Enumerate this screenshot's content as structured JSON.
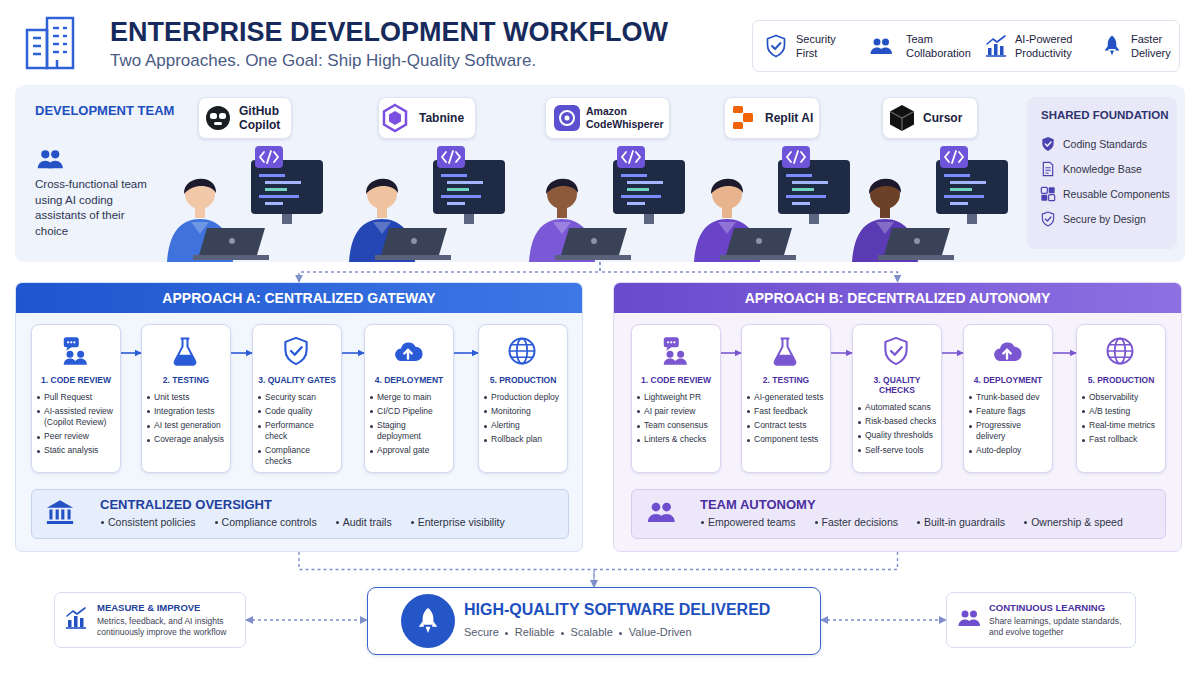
{
  "diagram": {
    "title": "ENTERPRISE DEVELOPMENT WORKFLOW",
    "nodes": [
      {
        "text": [
          "Security First",
          "Team Collaboration",
          "AI-Powered Productivity",
          "Faster Delivery"
        ]
      },
      {
        "text": [
          "DEVELOPMENT TEAM",
          "Cross-functional team using AI coding assistants of their choice"
        ]
      },
      {
        "text": [
          "GitHub Copilot"
        ],
        "in": 1
      },
      {
        "text": [
          "Tabnine"
        ],
        "in": 1
      },
      {
        "text": [
          "Amazon CodeWhisperer"
        ],
        "in": 1
      },
      {
        "text": [
          "Replit AI"
        ],
        "in": 1
      },
      {
        "text": [
          "Cursor"
        ],
        "in": 1
      },
      {
        "text": [
          "SHARED FOUNDATION",
          "Coding Standards",
          "Knowledge Base",
          "Reusable Components",
          "Secure by Design"
        ],
        "in": 1
      },
      {
        "text": [
          "APPROACH A: CENTRALIZED GATEWAY"
        ]
      },
      {
        "text": [
          "1. CODE REVIEW",
          "Pull Request",
          "AI-assisted review (Copilot Review)",
          "Peer review",
          "Static analysis"
        ],
        "in": 8
      },
      {
        "text": [
          "2. TESTING",
          "Unit tests",
          "Integration tests",
          "AI test generation",
          "Coverage analysis"
        ],
        "in": 8
      },
      {
        "text": [
          "3. QUALITY GATES",
          "Security scan",
          "Code quality",
          "Performance check",
          "Compliance checks"
        ],
        "in": 8
      },
      {
        "text": [
          "4. DEPLOYMENT",
          "Merge to main",
          "CI/CD Pipeline",
          "Staging deployment",
          "Approval gate"
        ],
        "in": 8
      },
      {
        "text": [
          "5. PRODUCTION",
          "Production deploy",
          "Monitoring",
          "Alerting",
          "Rollback plan"
        ],
        "in": 8
      },
      {
        "text": [
          "CENTRALIZED OVERSIGHT",
          "Consistent policies",
          "Compliance controls",
          "Audit trails",
          "Enterprise visibility"
        ],
        "in": 8
      },
      {
        "text": [
          "APPROACH B: DECENTRALIZED AUTONOMY"
        ]
      },
      {
        "text": [
          "1. CODE REVIEW",
          "Lightweight PR",
          "AI pair review",
          "Team consensus",
          "Linters & checks"
        ],
        "in": 15
      },
      {
        "text": [
          "2. TESTING",
          "AI-generated tests",
          "Fast feedback",
          "Contract tests",
          "Component tests"
        ],
        "in": 15
      },
      {
        "text": [
          "3. QUALITY CHECKS",
          "Automated scans",
          "Risk-based checks",
          "Quality thresholds",
          "Self-serve tools"
        ],
        "in": 15
      },
      {
        "text": [
          "4. DEPLOYMENT",
          "Trunk-based dev",
          "Feature flags",
          "Progressive delivery",
          "Auto-deploy"
        ],
        "in": 15
      },
      {
        "text": [
          "5. PRODUCTION",
          "Observability",
          "A/B testing",
          "Real-time metrics",
          "Fast rollback"
        ],
        "in": 15
      },
      {
        "text": [
          "TEAM AUTONOMY",
          "Empowered teams",
          "Faster decisions",
          "Built-in guardrails",
          "Ownership & speed"
        ],
        "in": 15
      },
      {
        "text": [
          "MEASURE & IMPROVE",
          "Metrics, feedback, and AI insights continuously improve the workflow"
        ]
      },
      {
        "text": [
          "HIGH-QUALITY SOFTWARE DELIVERED",
          "Secure",
          "Reliable",
          "Scalable",
          "Value-Driven"
        ]
      },
      {
        "text": [
          "CONTINUOUS LEARNING",
          "Share learnings, update standards, and evolve together"
        ]
      }
    ],
    "edges": [
      {
        "from": 9,
        "to": 10,
        "arrow": "to"
      },
      {
        "from": 10,
        "to": 11,
        "arrow": "to"
      },
      {
        "from": 11,
        "to": 12,
        "arrow": "to"
      },
      {
        "from": 12,
        "to": 13,
        "arrow": "to"
      },
      {
        "from": 16,
        "to": 17,
        "arrow": "to"
      },
      {
        "from": 17,
        "to": 18,
        "arrow": "to"
      },
      {
        "from": 18,
        "to": 19,
        "arrow": "to"
      },
      {
        "from": 19,
        "to": 20,
        "arrow": "to"
      },
      {
        "from": 1,
        "to": 8,
        "arrow": "to"
      },
      {
        "from": 1,
        "to": 15,
        "arrow": "to"
      },
      {
        "from": 8,
        "to": 23,
        "arrow": "to"
      },
      {
        "from": 15,
        "to": 23,
        "arrow": "to"
      },
      {
        "from": 22,
        "to": 23,
        "arrow": "both"
      },
      {
        "from": 23,
        "to": 24,
        "arrow": "both"
      }
    ],
    "labels": [
      "Two Approaches. One Goal: Ship High-Quality Software."
    ]
  }
}
